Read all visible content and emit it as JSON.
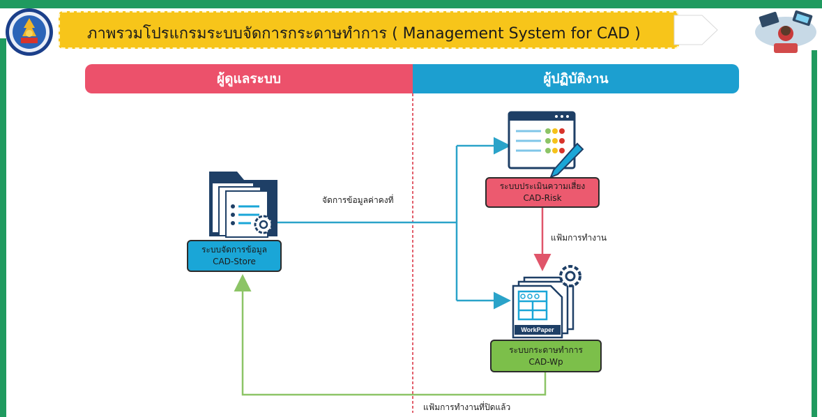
{
  "title": "ภาพรวมโปรแกรมระบบจัดการกระดาษทำการ ( Management System for CAD )",
  "swimlanes": {
    "admin": "ผู้ดูแลระบบ",
    "user": "ผู้ปฏิบัติงาน"
  },
  "nodes": {
    "store": {
      "name": "ระบบจัดการข้อมูล",
      "code": "CAD-Store"
    },
    "risk": {
      "name": "ระบบประเมินความเสี่ยง",
      "code": "CAD-Risk"
    },
    "wp": {
      "name": "ระบบกระดาษทำการ",
      "code": "CAD-Wp",
      "icon_label": "WorkPaper"
    }
  },
  "edges": {
    "store_to_user": "จัดการข้อมูลค่าคงที่",
    "risk_to_wp": "แฟ้มการทำงาน",
    "wp_to_store": "แฟ้มการทำงานที่ปิดแล้ว"
  },
  "colors": {
    "frame": "#1f9a5f",
    "banner": "#f7c51a",
    "admin": "#ec516b",
    "user": "#1c9fd0",
    "risk_box": "#ec5a6f",
    "wp_box": "#7cbf4a",
    "blue_line": "#2aa3c9",
    "red_line": "#e0556a",
    "green_line": "#8cc466"
  }
}
